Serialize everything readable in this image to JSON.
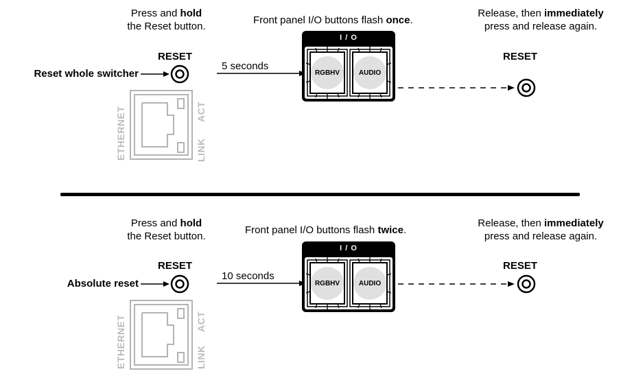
{
  "panels": [
    {
      "id": "whole-switcher",
      "step1": {
        "line1_pre": "Press and ",
        "line1_bold": "hold",
        "line2": "the Reset button."
      },
      "step2": {
        "pre": "Front panel I/O buttons flash ",
        "bold": "once",
        "post": "."
      },
      "step3": {
        "line1_pre": "Release, then ",
        "line1_bold": "immediately",
        "line2": "press and release again."
      },
      "reset_label": "RESET",
      "reset_label_right": "RESET",
      "mode_label": "Reset whole switcher",
      "hold_time": "5 seconds",
      "io_header": "I / O",
      "button_left": "RGBHV",
      "button_right": "AUDIO",
      "port_labels": {
        "ethernet": "ETHERNET",
        "act": "ACT",
        "link": "LINK"
      }
    },
    {
      "id": "absolute",
      "step1": {
        "line1_pre": "Press and ",
        "line1_bold": "hold",
        "line2": "the Reset button."
      },
      "step2": {
        "pre": "Front panel I/O buttons flash ",
        "bold": "twice",
        "post": "."
      },
      "step3": {
        "line1_pre": "Release, then ",
        "line1_bold": "immediately",
        "line2": "press and release again."
      },
      "reset_label": "RESET",
      "reset_label_right": "RESET",
      "mode_label": "Absolute reset",
      "hold_time": "10 seconds",
      "io_header": "I / O",
      "button_left": "RGBHV",
      "button_right": "AUDIO",
      "port_labels": {
        "ethernet": "ETHERNET",
        "act": "ACT",
        "link": "LINK"
      }
    }
  ]
}
